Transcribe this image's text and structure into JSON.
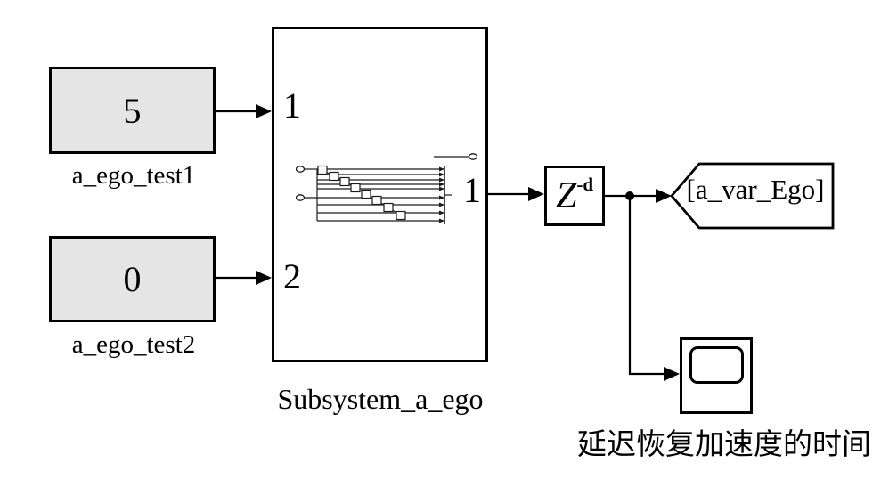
{
  "colors": {
    "background": "#ffffff",
    "stroke": "#000000",
    "constant_fill": "#e5e5e5",
    "block_fill": "#ffffff"
  },
  "blocks": {
    "constant1": {
      "value": "5",
      "label": "a_ego_test1"
    },
    "constant2": {
      "value": "0",
      "label": "a_ego_test2"
    },
    "subsystem": {
      "label": "Subsystem_a_ego",
      "in_port1": "1",
      "in_port2": "2",
      "out_port1": "1"
    },
    "delay": {
      "base": "Z",
      "exponent": "-d"
    },
    "goto": {
      "tag": "[a_var_Ego]"
    },
    "scope": {
      "label": "延迟恢复加速度的时间"
    }
  }
}
